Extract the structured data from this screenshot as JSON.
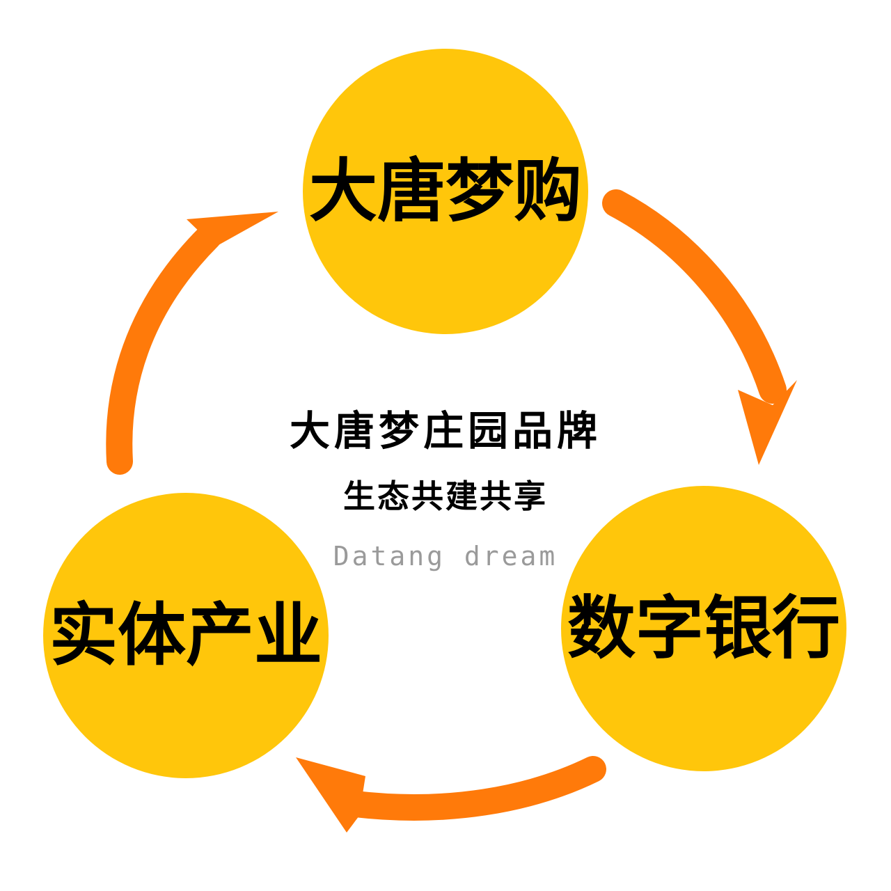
{
  "colors": {
    "circle": "#FFC60B",
    "arrow": "#FF7A0A",
    "text": "#000000",
    "english": "#9A9A9A",
    "background": "#FFFFFF"
  },
  "nodes": {
    "top": {
      "label": "大唐梦购"
    },
    "left": {
      "label": "实体产业"
    },
    "right": {
      "label": "数字银行"
    }
  },
  "center": {
    "title": "大唐梦庄园品牌",
    "subtitle": "生态共建共享",
    "english": "Datang  dream"
  },
  "flow": [
    {
      "from": "top",
      "to": "right",
      "icon": "curved-arrow-icon"
    },
    {
      "from": "right",
      "to": "left",
      "icon": "curved-arrow-icon"
    },
    {
      "from": "left",
      "to": "top",
      "icon": "curved-arrow-icon"
    }
  ]
}
